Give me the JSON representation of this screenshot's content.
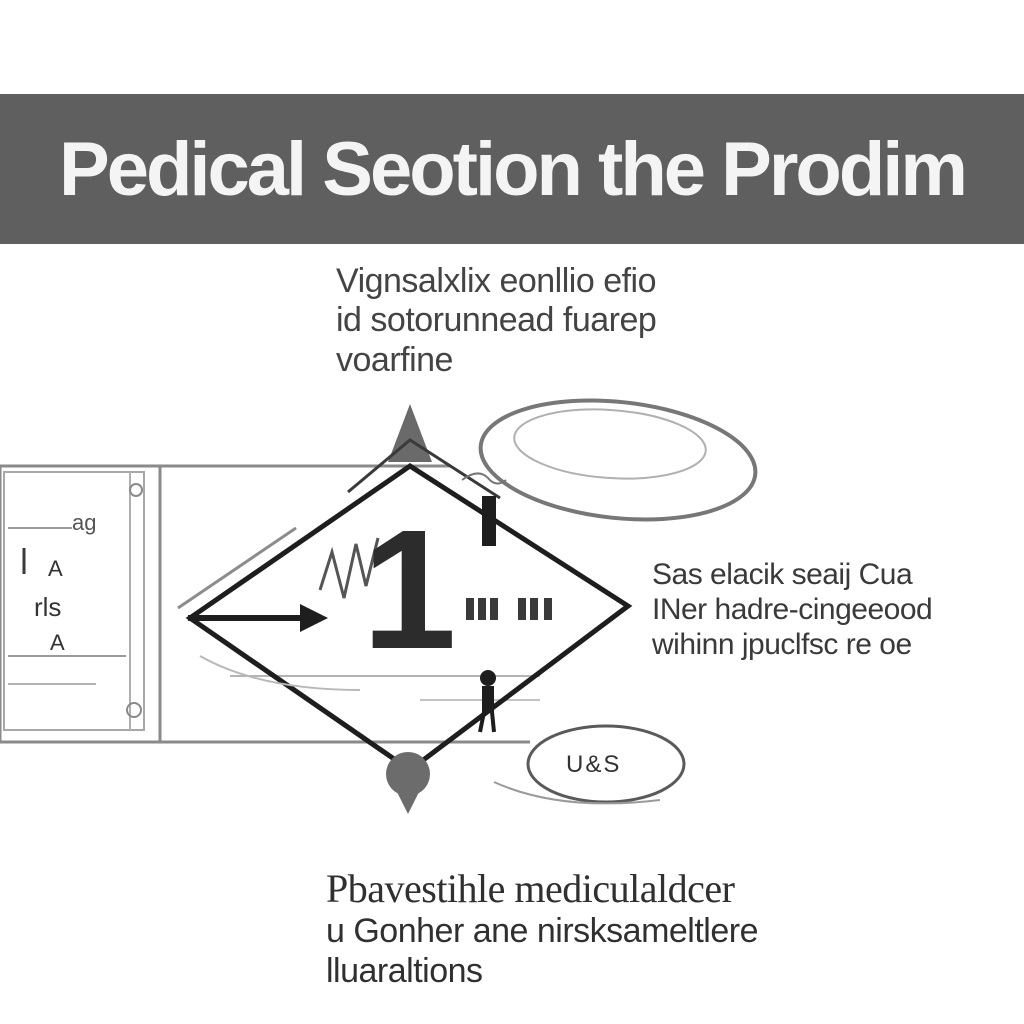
{
  "title": "Pedical Seotion the Prodim",
  "captions": {
    "top": [
      "Vignsalxlix eonllio efio",
      "id sotorunnead fuarep",
      "voarfine"
    ],
    "right": [
      "Sas elacik seaij Cua",
      "INer hadre-cingeeood",
      "wihinn jpuclfsc re oe"
    ],
    "bottom": [
      "Pbavestihle mediculaldcer",
      "u Gonher ane nirsksameltlere",
      "lluaraltions"
    ]
  },
  "figure": {
    "digit": "1",
    "oval_label": "U&S",
    "panel_labels": [
      "ag",
      "A",
      "rls",
      "A"
    ]
  },
  "colors": {
    "banner": "#5f5f5f",
    "banner_text": "#f4f4f4",
    "ink": "#2a2a2a",
    "line": "#7a7a7a"
  }
}
